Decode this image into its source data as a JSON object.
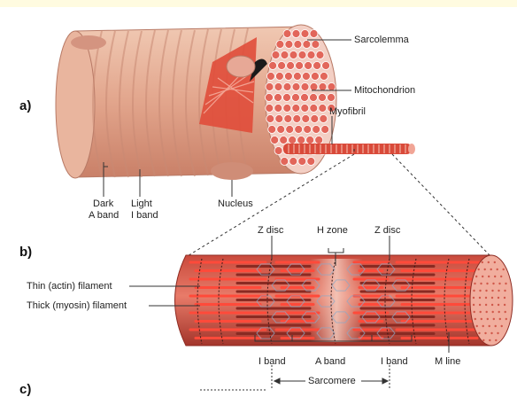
{
  "panels": {
    "a": "a)",
    "b": "b)",
    "c": "c)"
  },
  "labels_a": {
    "sarcolemma": "Sarcolemma",
    "mitochondrion": "Mitochondrion",
    "myofibril": "Myofibril",
    "dark_a_band": [
      "Dark",
      "A band"
    ],
    "light_i_band": [
      "Light",
      "I band"
    ],
    "nucleus": "Nucleus"
  },
  "labels_b": {
    "z_disc_left": "Z disc",
    "h_zone": "H zone",
    "z_disc_right": "Z disc",
    "thin_filament": "Thin (actin) filament",
    "thick_filament": "Thick (myosin) filament",
    "i_band_left": "I band",
    "a_band": "A band",
    "i_band_right": "I band",
    "m_line": "M line",
    "sarcomere": "Sarcomere"
  },
  "colors": {
    "fiber_light": "#e8b8a0",
    "fiber_mid": "#d99a82",
    "fiber_dark": "#c47a64",
    "myofibril": "#d94a3a",
    "thin_red": "#e8312a",
    "leader": "#333333"
  }
}
